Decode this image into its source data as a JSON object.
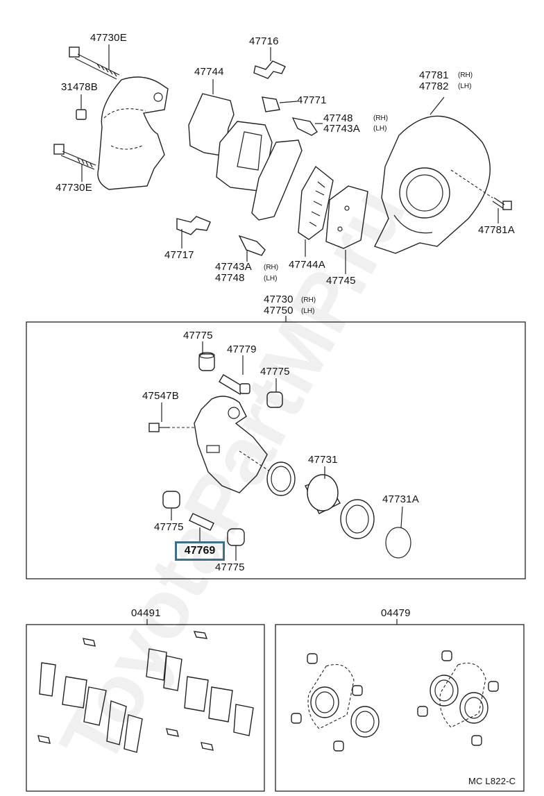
{
  "labels": {
    "p47730E_top": "47730E",
    "p31478B": "31478B",
    "p47730E_bottom": "47730E",
    "p47716": "47716",
    "p47744": "47744",
    "p47771": "47771",
    "p47748_top": "47748",
    "p47743A_top": "47743A",
    "rh_1": "(RH)",
    "lh_1": "(LH)",
    "p47781": "47781",
    "p47782": "47782",
    "rh_2": "(RH)",
    "lh_2": "(LH)",
    "p47781A": "47781A",
    "p47717": "47717",
    "p47743A_bottom": "47743A",
    "p47748_bottom": "47748",
    "rh_3": "(RH)",
    "lh_3": "(LH)",
    "p47744A": "47744A",
    "p47745": "47745",
    "p47730": "47730",
    "p47750": "47750",
    "rh_4": "(RH)",
    "lh_4": "(LH)",
    "p47775_a": "47775",
    "p47779": "47779",
    "p47775_b": "47775",
    "p47547B": "47547B",
    "p47731": "47731",
    "p47731A": "47731A",
    "p47775_c": "47775",
    "p47769": "47769",
    "p47775_d": "47775",
    "p04491": "04491",
    "p04479": "04479",
    "figure_code": "MC L822-C"
  },
  "watermark": "ToyotaPartMP.ru",
  "colors": {
    "highlight_border": "#3f6f86",
    "line": "#222222"
  }
}
